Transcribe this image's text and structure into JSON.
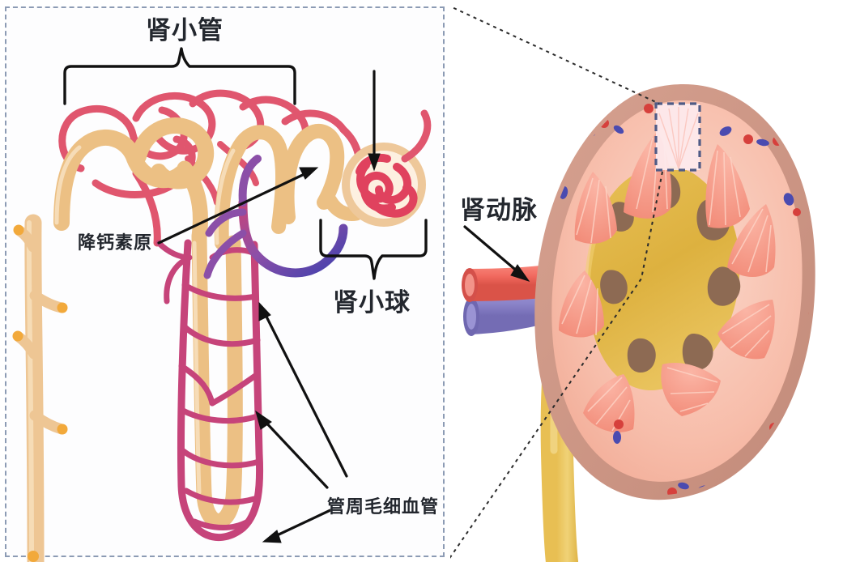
{
  "figure": {
    "title_visible": false,
    "description": "Anatomical diagram of a kidney cross-section with a magnified nephron inset"
  },
  "labels": {
    "renal_tubule": "肾小管",
    "procalcitonin": "降钙素原",
    "glomerulus": "肾小球",
    "peritubular_capillaries": "管周毛细血管",
    "renal_artery": "肾动脉"
  },
  "colors": {
    "tubule_fill": "#efc98f",
    "tubule_fill_light": "#f6dcb2",
    "capillary_red": "#e0566e",
    "capillary_crimson": "#c6447a",
    "arteriole_purple": "#8b4fa8",
    "venule_blue": "#4a4bb0",
    "collecting_duct": "#eec694",
    "duct_dot_orange": "#f2a93b",
    "dashed_border": "#8c9bb4",
    "inset_dashed": "#4f5b86",
    "kidney_capsule": "#c9907f",
    "kidney_cortex": "#f6b2a0",
    "kidney_cortex_light": "#fad1c3",
    "renal_pyramid": "#f59080",
    "renal_pelvis": "#e0b545",
    "renal_pelvis_light": "#f1cf6a",
    "renal_sinus_dark": "#8d6a53",
    "renal_artery": "#f2695e",
    "renal_vein": "#8b84c9",
    "vessel_dot_red": "#d6403c",
    "vessel_dot_blue": "#4a4bb0",
    "leader_line": "#1a1a1a",
    "text": "#23272e"
  },
  "annotations": {
    "brace_top_label": "肾小管",
    "brace_bottom_label": "肾小球",
    "arrow_count": 5,
    "inset_connector": "dotted-line"
  }
}
